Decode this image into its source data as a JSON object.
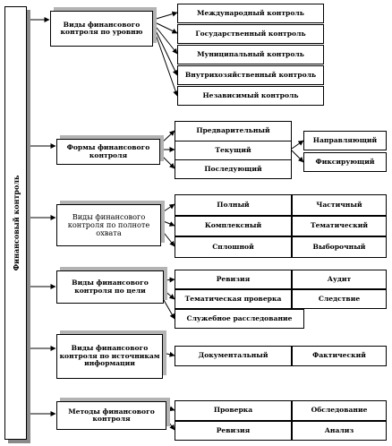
{
  "root": {
    "label": "Финансовый контроль"
  },
  "sections": {
    "level": {
      "title": "Виды финансового контроля по уровню",
      "items": [
        "Международный контроль",
        "Государственный контроль",
        "Муниципальный контроль",
        "Внутрихозяйственный контроль",
        "Независимый контроль"
      ]
    },
    "forms": {
      "title": "Формы финансового контроля",
      "items": [
        "Предварительный",
        "Текущий",
        "Последующий"
      ],
      "sub": [
        "Направляющий",
        "Фиксирующий"
      ]
    },
    "coverage": {
      "title": "Виды финансового контроля по полноте охвата",
      "items": [
        "Полный",
        "Частичный",
        "Комплексный",
        "Тематический",
        "Сплошной",
        "Выборочный"
      ]
    },
    "goal": {
      "title": "Виды финансового контроля по цели",
      "items": [
        "Ревизия",
        "Аудит",
        "Тематическая проверка",
        "Следствие",
        "Служебное расследование"
      ]
    },
    "sources": {
      "title": "Виды финансового контроля по источникам информации",
      "items": [
        "Документальный",
        "Фактический"
      ]
    },
    "methods": {
      "title": "Методы финансового контроля",
      "items": [
        "Проверка",
        "Обследование",
        "Ревизия",
        "Анализ"
      ]
    }
  }
}
